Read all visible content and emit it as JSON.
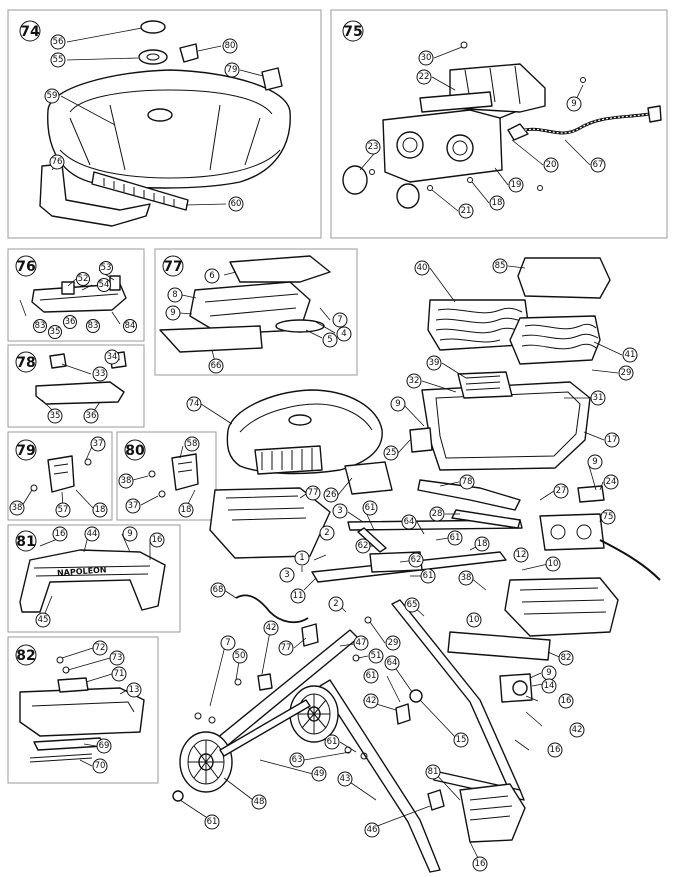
{
  "sections": [
    {
      "id": "s74",
      "number": "74"
    },
    {
      "id": "s75",
      "number": "75"
    },
    {
      "id": "s76",
      "number": "76"
    },
    {
      "id": "s77",
      "number": "77"
    },
    {
      "id": "s78",
      "number": "78"
    },
    {
      "id": "s79",
      "number": "79"
    },
    {
      "id": "s80",
      "number": "80"
    },
    {
      "id": "s81",
      "number": "81"
    },
    {
      "id": "s82",
      "number": "82"
    }
  ],
  "callouts": {
    "s74": [
      "56",
      "55",
      "80",
      "79",
      "59",
      "76",
      "60"
    ],
    "s75": [
      "30",
      "22",
      "9",
      "23",
      "20",
      "67",
      "19",
      "18",
      "21"
    ],
    "s76": [
      "52",
      "53",
      "54",
      "83",
      "35",
      "36",
      "83",
      "84"
    ],
    "s77": [
      "6",
      "8",
      "9",
      "7",
      "5",
      "4",
      "66"
    ],
    "s78": [
      "34",
      "33",
      "35",
      "36"
    ],
    "s79": [
      "37",
      "38",
      "57",
      "18"
    ],
    "s80": [
      "58",
      "38",
      "37",
      "18"
    ],
    "s81": [
      "16",
      "44",
      "9",
      "16",
      "45"
    ],
    "s82": [
      "72",
      "73",
      "71",
      "13",
      "69",
      "70"
    ],
    "main": [
      "40",
      "85",
      "41",
      "39",
      "29",
      "32",
      "31",
      "9",
      "74",
      "17",
      "25",
      "9",
      "24",
      "78",
      "27",
      "77",
      "26",
      "75",
      "28",
      "3",
      "61",
      "64",
      "61",
      "2",
      "18",
      "12",
      "62",
      "1",
      "62",
      "10",
      "3",
      "61",
      "11",
      "38",
      "68",
      "2",
      "65",
      "10",
      "42",
      "7",
      "50",
      "47",
      "29",
      "82",
      "77",
      "51",
      "9",
      "14",
      "64",
      "61",
      "42",
      "15",
      "16",
      "42",
      "61",
      "16",
      "63",
      "49",
      "48",
      "43",
      "81",
      "46",
      "61",
      "16"
    ]
  },
  "brand_text": "NAPOLEON"
}
